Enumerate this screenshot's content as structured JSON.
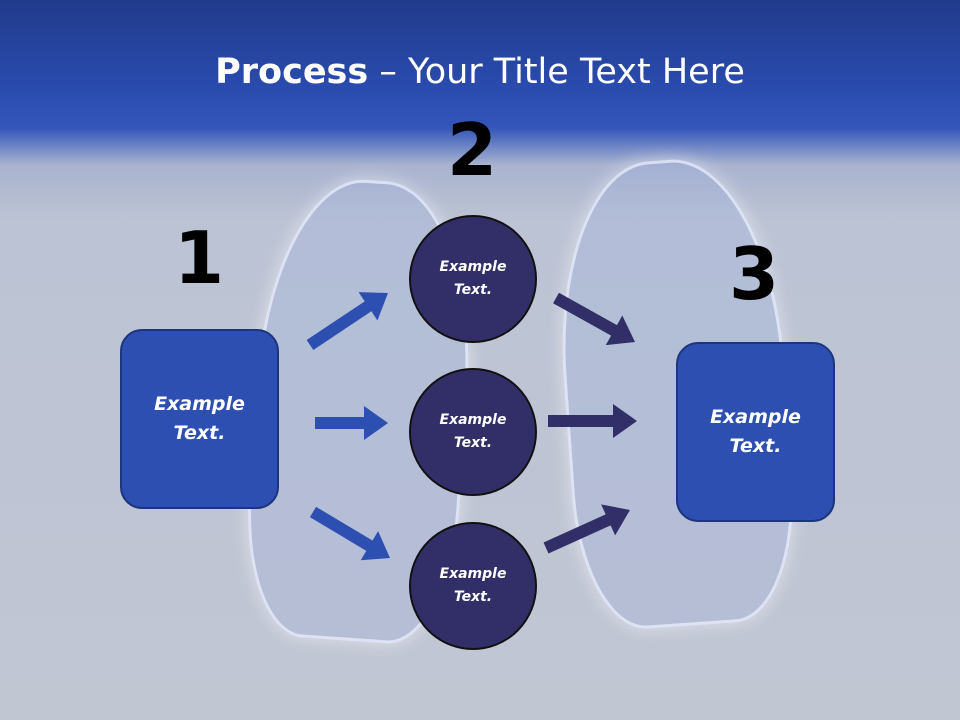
{
  "title": {
    "bold": "Process",
    "rest": " – Your Title Text Here"
  },
  "steps": [
    {
      "number": "1",
      "text_line1": "Example",
      "text_line2": "Text."
    },
    {
      "number": "2",
      "text_line1": "Example",
      "text_line2": "Text."
    },
    {
      "number": "3",
      "text_line1": "Example",
      "text_line2": "Text."
    }
  ],
  "circles": [
    {
      "text_line1": "Example",
      "text_line2": "Text."
    },
    {
      "text_line1": "Example",
      "text_line2": "Text."
    },
    {
      "text_line1": "Example",
      "text_line2": "Text."
    }
  ],
  "colors": {
    "box": "#2d4fb1",
    "circle": "#322f68",
    "arrow_left": "#2d4fb1",
    "arrow_right": "#322f68"
  }
}
